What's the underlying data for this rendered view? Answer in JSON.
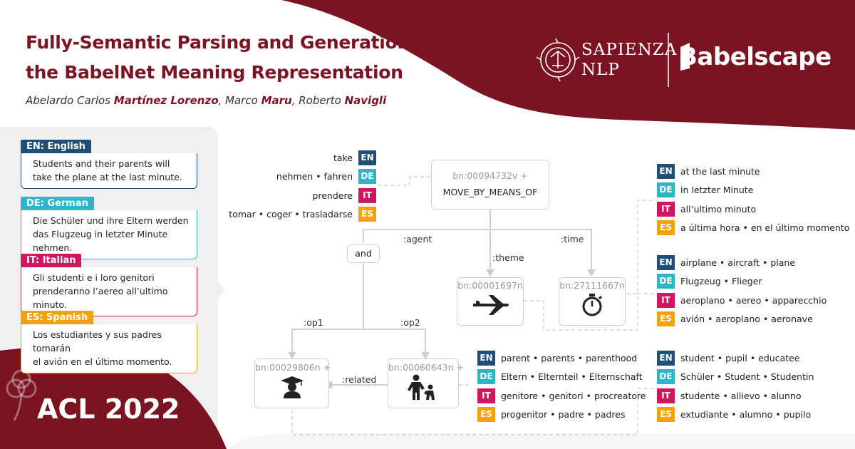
{
  "header": {
    "title_line1": "Fully-Semantic Parsing and Generation:",
    "title_line2": "the BabelNet Meaning Representation",
    "authors": [
      {
        "first": "Abelardo Carlos",
        "last": "Martínez Lorenzo",
        "sep": ", "
      },
      {
        "first": "Marco",
        "last": "Maru",
        "sep": ", "
      },
      {
        "first": "Roberto",
        "last": "Navigli",
        "sep": ""
      }
    ],
    "logo_sapienza_line1": "SAPIENZA",
    "logo_sapienza_line2": "NLP",
    "logo_babelscape": "Babelscape"
  },
  "colors": {
    "maroon": "#7a1322",
    "EN": "#1f4e79",
    "DE": "#2eb6c8",
    "IT": "#d0165e",
    "ES": "#f5a20a",
    "sidebar": "#f0f0f0"
  },
  "languages": [
    {
      "code": "EN",
      "header": "EN: English",
      "text_lines": [
        "Students and their parents will",
        "take the plane at the last minute."
      ]
    },
    {
      "code": "DE",
      "header": "DE: German",
      "text_lines": [
        "Die Schüler und ihre Eltern werden",
        "das Flugzeug in letzter Minute nehmen."
      ]
    },
    {
      "code": "IT",
      "header": "IT: Italian",
      "text_lines": [
        "Gli studenti e i loro genitori",
        "prenderanno l’aereo all’ultimo minuto."
      ]
    },
    {
      "code": "ES",
      "header": "ES: Spanish",
      "text_lines": [
        "Los estudiantes y sus padres tomarán",
        "el avión en el último momento."
      ]
    }
  ],
  "conference": "ACL 2022",
  "graph": {
    "nodes": {
      "root": {
        "id": "bn:00094732v +",
        "label": "MOVE_BY_MEANS_OF"
      },
      "and": {
        "label": "and"
      },
      "plane": {
        "id": "bn:00001697n",
        "icon": "airplane-icon"
      },
      "time": {
        "id": "bn:27111667n",
        "icon": "stopwatch-icon"
      },
      "student": {
        "id": "bn:00029806n +",
        "icon": "graduate-icon"
      },
      "parent": {
        "id": "bn:00060643n +",
        "icon": "parent-child-icon"
      }
    },
    "edges": {
      "agent": ":agent",
      "theme": ":theme",
      "time": ":time",
      "op1": ":op1",
      "op2": ":op2",
      "related": ":related"
    }
  },
  "lexicalizations": {
    "take": [
      {
        "code": "EN",
        "text": "take"
      },
      {
        "code": "DE",
        "text": "nehmen • fahren"
      },
      {
        "code": "IT",
        "text": "prendere"
      },
      {
        "code": "ES",
        "text": "tomar • coger • trasladarse"
      }
    ],
    "last_minute": [
      {
        "code": "EN",
        "text": "at the last minute"
      },
      {
        "code": "DE",
        "text": "in letzter Minute"
      },
      {
        "code": "IT",
        "text": "all’ultimo minuto"
      },
      {
        "code": "ES",
        "text": "a última hora • en el último momento"
      }
    ],
    "airplane": [
      {
        "code": "EN",
        "text": "airplane • aircraft • plane"
      },
      {
        "code": "DE",
        "text": "Flugzeug • Flieger"
      },
      {
        "code": "IT",
        "text": "aeroplano • aereo • apparecchio"
      },
      {
        "code": "ES",
        "text": "avión • aeroplano • aeronave"
      }
    ],
    "parent": [
      {
        "code": "EN",
        "text": "parent • parents • parenthood"
      },
      {
        "code": "DE",
        "text": "Eltern • Elternteil • Elternschaft"
      },
      {
        "code": "IT",
        "text": "genitore • genitori • procreatore"
      },
      {
        "code": "ES",
        "text": "progenitor • padre • padres"
      }
    ],
    "student": [
      {
        "code": "EN",
        "text": "student • pupil • educatee"
      },
      {
        "code": "DE",
        "text": "Schüler • Student • Studentin"
      },
      {
        "code": "IT",
        "text": "studente • allievo • alunno"
      },
      {
        "code": "ES",
        "text": "extudiante • alumno • pupilo"
      }
    ]
  }
}
